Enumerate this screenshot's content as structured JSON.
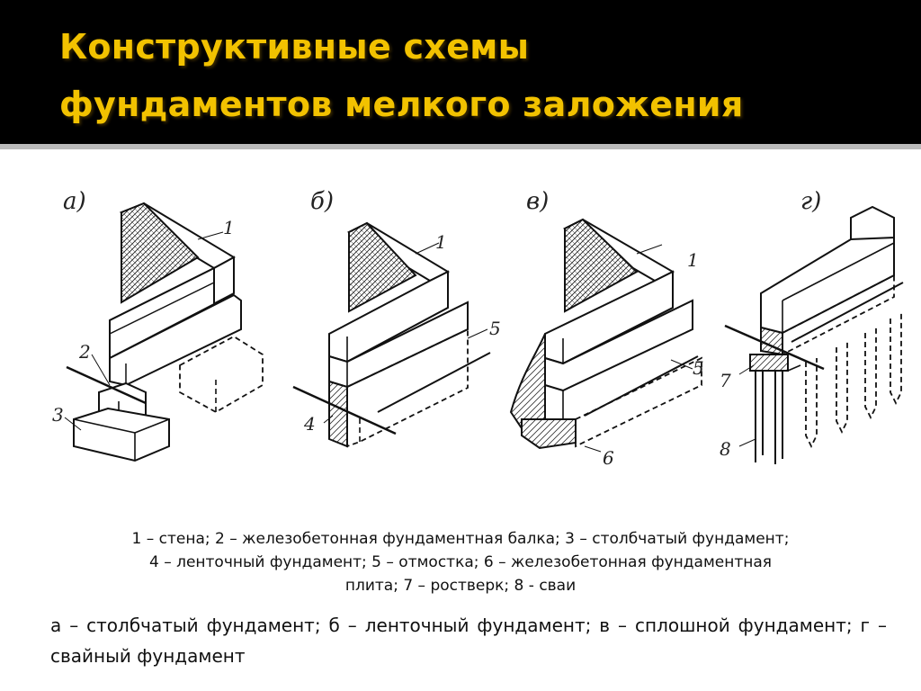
{
  "title": {
    "line1": "Конструктивные схемы",
    "line2": "фундаментов мелкого заложения"
  },
  "panels": [
    {
      "label": "а)",
      "numbers": [
        "1",
        "2",
        "3"
      ]
    },
    {
      "label": "б)",
      "numbers": [
        "1",
        "5",
        "4"
      ]
    },
    {
      "label": "в)",
      "numbers": [
        "1",
        "5",
        "6"
      ]
    },
    {
      "label": "г)",
      "numbers": [
        "7",
        "8"
      ]
    }
  ],
  "legend": {
    "line1": "1 – стена; 2 – железобетонная фундаментная балка; 3 – столбчатый фундамент;",
    "line2": "4 – ленточный фундамент; 5 – отмостка; 6 – железобетонная фундаментная",
    "line3": "плита; 7 – ростверк; 8 - сваи"
  },
  "caption": "а – столбчатый фундамент; б – ленточный фундамент; в – сплошной фундамент; г – свайный фундамент"
}
